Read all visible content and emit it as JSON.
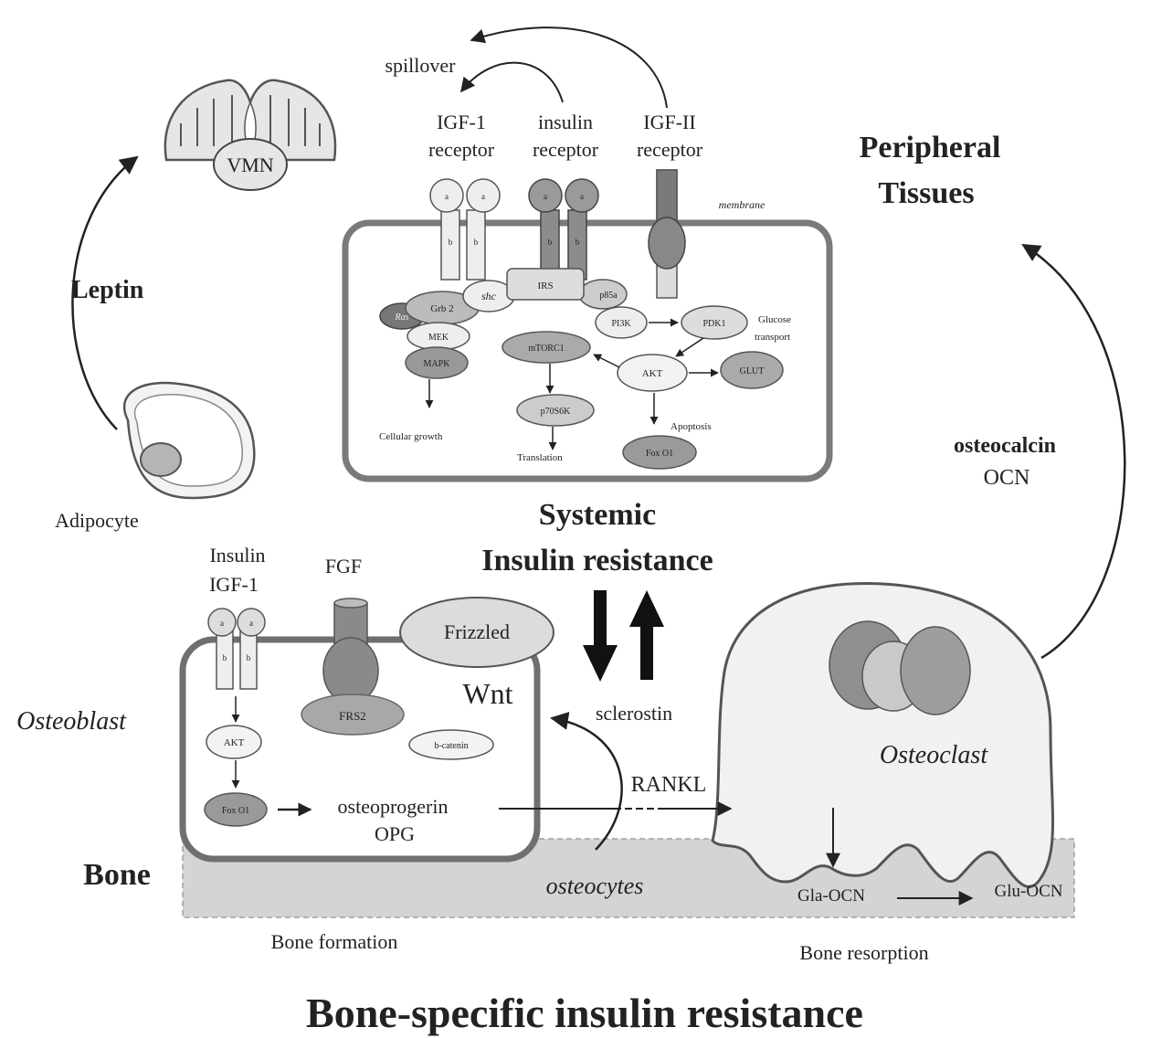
{
  "title": "Bone-specific insulin resistance",
  "peripheral": {
    "title_line1": "Peripheral",
    "title_line2": "Tissues"
  },
  "osteocalcin": {
    "name": "osteocalcin",
    "abbr": "OCN"
  },
  "brain": {
    "label": "VMN"
  },
  "leptin": {
    "label": "Leptin"
  },
  "adipocyte": {
    "label": "Adipocyte"
  },
  "systemic": {
    "spillover": "spillover",
    "receptors": [
      {
        "line1": "IGF-1",
        "line2": "receptor"
      },
      {
        "line1": "insulin",
        "line2": "receptor"
      },
      {
        "line1": "IGF-II",
        "line2": "receptor"
      }
    ],
    "membrane": "membrane",
    "subunits": {
      "a": "a",
      "b": "b"
    },
    "nodes": {
      "irs": "IRS",
      "shc": "shc",
      "p85": "p85a",
      "grb2": "Grb 2",
      "ras": "Ras",
      "mek": "MEK",
      "mapk": "MAPK",
      "pi3k": "PI3K",
      "pdk1": "PDK1",
      "mtorc1": "mTORC1",
      "akt": "AKT",
      "glut": "GLUT",
      "p70s6k": "p70S6K",
      "foxo1": "Fox O1"
    },
    "outcomes": {
      "glucose1": "Glucose",
      "glucose2": "transport",
      "growth": "Cellular growth",
      "translation": "Translation",
      "apoptosis": "Apoptosis"
    },
    "title_line1": "Systemic",
    "title_line2": "Insulin resistance"
  },
  "osteoblast": {
    "label": "Osteoblast",
    "insulin_line1": "Insulin",
    "insulin_line2": "IGF-1",
    "fgf": "FGF",
    "frizzled": "Frizzled",
    "wnt": "Wnt",
    "frs2": "FRS2",
    "bcatenin": "b-catenin",
    "akt": "AKT",
    "foxo1": "Fox O1",
    "opg_line1": "osteoprogerin",
    "opg_line2": "OPG"
  },
  "sclerostin": "sclerostin",
  "rankl": "RANKL",
  "osteocytes": "osteocytes",
  "bone": {
    "label": "Bone",
    "formation": "Bone formation",
    "resorption": "Bone resorption"
  },
  "osteoclast": {
    "label": "Osteoclast",
    "gla": "Gla-OCN",
    "glu": "Glu-OCN"
  }
}
